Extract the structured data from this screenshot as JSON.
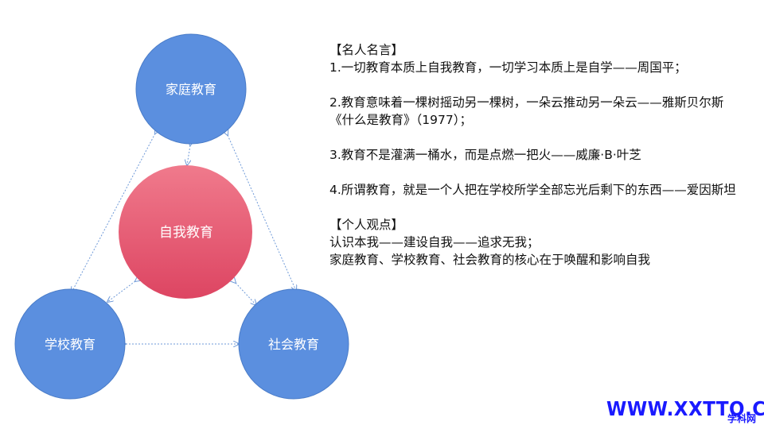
{
  "diagram": {
    "nodes": {
      "family": {
        "label": "家庭教育",
        "color": "#5b8fdf"
      },
      "self": {
        "label": "自我教育",
        "color": "#e2506c"
      },
      "school": {
        "label": "学校教育",
        "color": "#5b8fdf"
      },
      "society": {
        "label": "社会教育",
        "color": "#5b8fdf"
      }
    },
    "arrow_color": "#6f9ad8"
  },
  "text_panel": {
    "famous_heading": "【名人名言】",
    "quote1": "1.一切教育本质上自我教育，一切学习本质上是自学——周国平；",
    "quote2": "2.教育意味着一棵树摇动另一棵树，一朵云推动另一朵云——雅斯贝尔斯《什么是教育》（1977）；",
    "quote3": "3.教育不是灌满一桶水，而是点燃一把火——威廉·B·叶芝",
    "quote4": "4.所谓教育，就是一个人把在学校所学全部忘光后剩下的东西——爱因斯坦",
    "personal_heading": "【个人观点】",
    "view1": "认识本我——建设自我——追求无我；",
    "view2": "家庭教育、学校教育、社会教育的核心在于唤醒和影响自我"
  },
  "watermark": {
    "main": "WWW.XXTTQ.COM",
    "sub": "学科网"
  }
}
